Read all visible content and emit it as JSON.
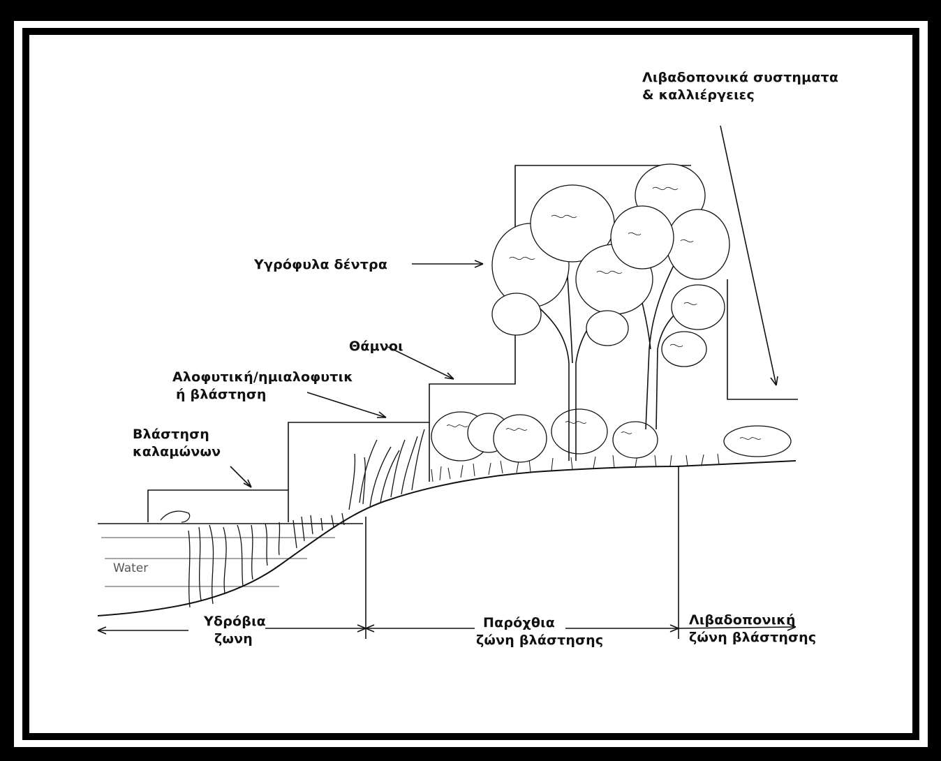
{
  "labels": {
    "meadow_systems_line1": "Λιβαδοπονικά συστηματα",
    "meadow_systems_line2": "& καλλιέργειες",
    "hygrophilous_trees": "Υγρόφυλα δέντρα",
    "shrubs": "Θάμνοι",
    "halophytic_line1": "Αλοφυτική/ημιαλοφυτικ",
    "halophytic_line2": "ή βλάστηση",
    "reed_line1": "Βλάστηση",
    "reed_line2": "καλαμώνων",
    "water": "Water"
  },
  "zones": {
    "aquatic_line1": "Υδρόβια",
    "aquatic_line2": "ζωνη",
    "riparian_line1": "Παρόχθια",
    "riparian_line2": "ζώνη βλάστησης",
    "meadow_line1": "Λιβαδοπονική",
    "meadow_line2": "ζώνη βλάστησης"
  },
  "colors": {
    "ink": "#111111",
    "frame": "#000000",
    "paper": "#ffffff",
    "water_text": "#555555"
  }
}
